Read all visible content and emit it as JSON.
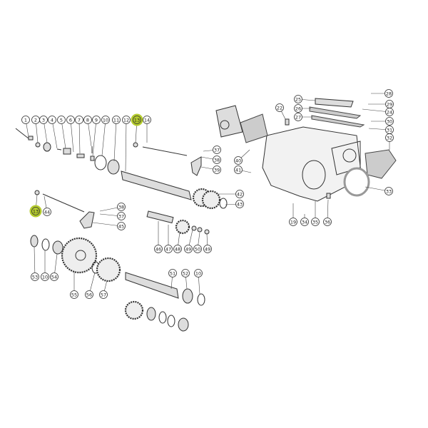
{
  "diagram": {
    "title": "Gearbox exploded parts diagram",
    "highlight_color": "#b5cc2e",
    "highlighted_parts": [
      "13"
    ],
    "callouts": [
      "1",
      "2",
      "3",
      "4",
      "5",
      "6",
      "7",
      "8",
      "9",
      "10",
      "11",
      "12",
      "13",
      "14",
      "13",
      "44",
      "38",
      "37",
      "45",
      "46",
      "47",
      "48",
      "49",
      "50",
      "49",
      "53",
      "10",
      "54",
      "55",
      "56",
      "57",
      "51",
      "52",
      "10",
      "25",
      "26",
      "27",
      "22",
      "28",
      "29",
      "24",
      "30",
      "31",
      "32",
      "37",
      "38",
      "39",
      "40",
      "41",
      "42",
      "43",
      "33",
      "19",
      "34",
      "35",
      "36"
    ]
  }
}
